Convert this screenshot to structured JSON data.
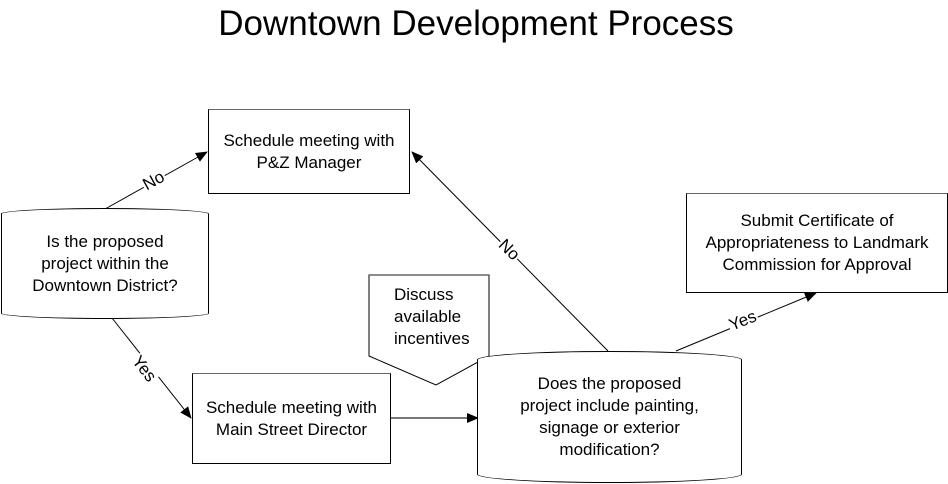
{
  "title": "Downtown Development Process",
  "nodes": {
    "decision_downtown": "Is the proposed\nproject within the\nDowntown District?",
    "pz_manager": "Schedule meeting with\nP&Z Manager",
    "main_street": "Schedule meeting with\nMain Street Director",
    "incentives": "Discuss\navailable\nincentives",
    "decision_exterior": "Does the proposed\nproject include painting,\nsignage or exterior\nmodification?",
    "certificate": "Submit Certificate of\nAppropriateness to Landmark\nCommission for Approval"
  },
  "edge_labels": {
    "downtown_no": "No",
    "downtown_yes": "Yes",
    "exterior_no": "No",
    "exterior_yes": "Yes"
  },
  "colors": {
    "line": "#000000",
    "background": "#ffffff"
  }
}
